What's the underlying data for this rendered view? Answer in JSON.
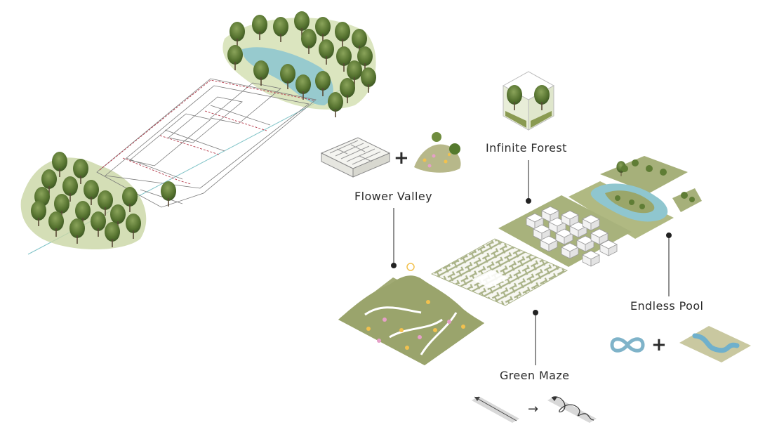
{
  "zones": {
    "flower_valley": {
      "label": "Flower Valley"
    },
    "infinite_forest": {
      "label": "Infinite Forest"
    },
    "green_maze": {
      "label": "Green Maze"
    },
    "endless_pool": {
      "label": "Endless Pool"
    }
  },
  "symbols": {
    "plus": "+",
    "arrow": "→"
  },
  "colors": {
    "tree_dark": "#4f6b2e",
    "tree_mid": "#6f8c3e",
    "grass": "#a6b07a",
    "water": "#8fc6cf",
    "line": "#b53a4a",
    "leader": "#222222"
  },
  "icons": [
    "maze-block-icon",
    "flower-hill-icon",
    "forest-cube-icon",
    "infinity-icon",
    "river-tile-icon",
    "straight-path-icon",
    "tangled-path-icon"
  ]
}
